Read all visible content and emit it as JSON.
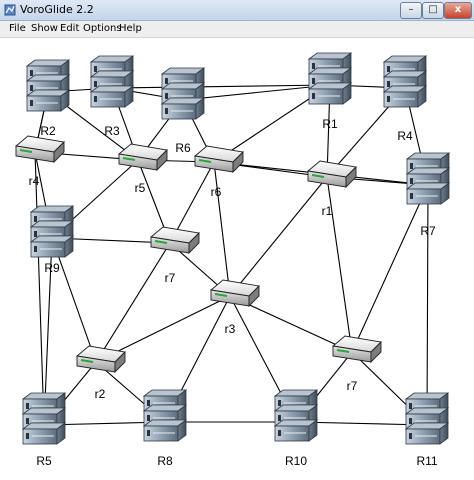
{
  "window": {
    "title": "VoroGlide 2.2",
    "minimize_glyph": "–",
    "maximize_glyph": "□",
    "close_glyph": "x"
  },
  "menu": [
    "File",
    "Show",
    "Edit",
    "Options",
    "Help"
  ],
  "graph": {
    "nodes": [
      {
        "id": "R2",
        "type": "server",
        "label": "R2"
      },
      {
        "id": "R3",
        "type": "server",
        "label": "R3"
      },
      {
        "id": "R6",
        "type": "server",
        "label": "R6"
      },
      {
        "id": "R1",
        "type": "server",
        "label": "R1"
      },
      {
        "id": "R4",
        "type": "server",
        "label": "R4"
      },
      {
        "id": "R7",
        "type": "server",
        "label": "R7"
      },
      {
        "id": "R9",
        "type": "server",
        "label": "R9"
      },
      {
        "id": "R5",
        "type": "server",
        "label": "R5"
      },
      {
        "id": "R8",
        "type": "server",
        "label": "R8"
      },
      {
        "id": "R10",
        "type": "server",
        "label": "R10"
      },
      {
        "id": "R11",
        "type": "server",
        "label": "R11"
      },
      {
        "id": "r4",
        "type": "router",
        "label": "r4"
      },
      {
        "id": "r5",
        "type": "router",
        "label": "r5"
      },
      {
        "id": "r6",
        "type": "router",
        "label": "r6"
      },
      {
        "id": "r1",
        "type": "router",
        "label": "r1"
      },
      {
        "id": "r7a",
        "type": "router",
        "label": "r7"
      },
      {
        "id": "r3",
        "type": "router",
        "label": "r3"
      },
      {
        "id": "r2",
        "type": "router",
        "label": "r2"
      },
      {
        "id": "r7b",
        "type": "router",
        "label": "r7"
      }
    ],
    "edges": [
      [
        "R2",
        "R3"
      ],
      [
        "R3",
        "R6"
      ],
      [
        "R6",
        "R1"
      ],
      [
        "R1",
        "R4"
      ],
      [
        "R3",
        "R1"
      ],
      [
        "R2",
        "r5"
      ],
      [
        "R3",
        "r5"
      ],
      [
        "R6",
        "r5"
      ],
      [
        "R6",
        "r6"
      ],
      [
        "R1",
        "r6"
      ],
      [
        "R1",
        "r1"
      ],
      [
        "R4",
        "r1"
      ],
      [
        "R4",
        "R7"
      ],
      [
        "R2",
        "r4"
      ],
      [
        "r4",
        "R9"
      ],
      [
        "r4",
        "R5"
      ],
      [
        "r4",
        "r5"
      ],
      [
        "r5",
        "r6"
      ],
      [
        "r6",
        "r1"
      ],
      [
        "r1",
        "R7"
      ],
      [
        "r5",
        "r7a"
      ],
      [
        "R9",
        "r5"
      ],
      [
        "r6",
        "r7a"
      ],
      [
        "r6",
        "r3"
      ],
      [
        "r1",
        "r3"
      ],
      [
        "r7a",
        "r3"
      ],
      [
        "R9",
        "r7a"
      ],
      [
        "r7a",
        "r2"
      ],
      [
        "r3",
        "r2"
      ],
      [
        "R9",
        "r2"
      ],
      [
        "R9",
        "R5"
      ],
      [
        "r2",
        "R5"
      ],
      [
        "r2",
        "R8"
      ],
      [
        "r3",
        "R8"
      ],
      [
        "r3",
        "R10"
      ],
      [
        "r3",
        "r7b"
      ],
      [
        "r7b",
        "R10"
      ],
      [
        "r7b",
        "R11"
      ],
      [
        "R7",
        "r7b"
      ],
      [
        "R7",
        "R11"
      ],
      [
        "r1",
        "r7b"
      ],
      [
        "R8",
        "R10"
      ],
      [
        "R10",
        "R11"
      ],
      [
        "R5",
        "R8"
      ],
      [
        "r6",
        "R7"
      ],
      [
        "r4",
        "R2"
      ]
    ]
  }
}
